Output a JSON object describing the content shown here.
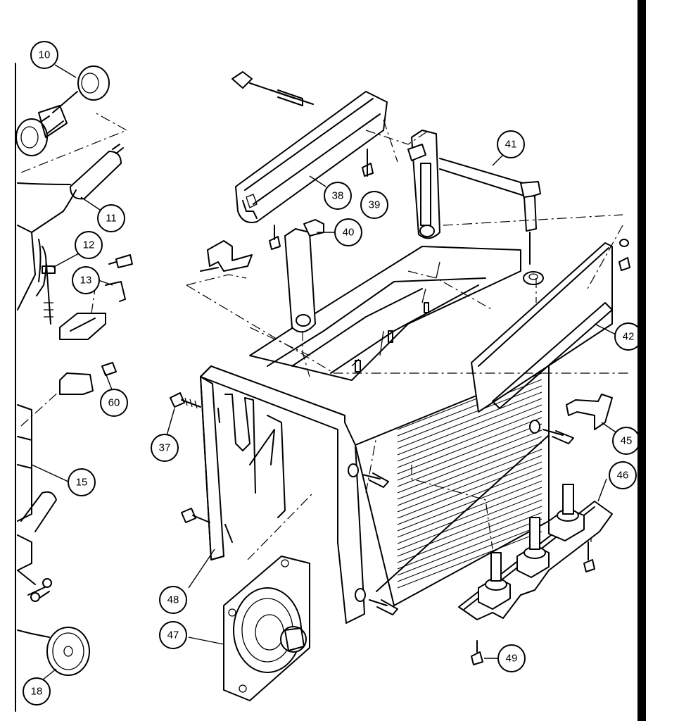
{
  "diagram": {
    "type": "exploded-parts-view",
    "callouts": [
      {
        "label": "10"
      },
      {
        "label": "11"
      },
      {
        "label": "12"
      },
      {
        "label": "13"
      },
      {
        "label": "60"
      },
      {
        "label": "15"
      },
      {
        "label": "18"
      },
      {
        "label": "37"
      },
      {
        "label": "38"
      },
      {
        "label": "39"
      },
      {
        "label": "40"
      },
      {
        "label": "41"
      },
      {
        "label": "42"
      },
      {
        "label": "45"
      },
      {
        "label": "46"
      },
      {
        "label": "47"
      },
      {
        "label": "48"
      },
      {
        "label": "49"
      }
    ]
  }
}
